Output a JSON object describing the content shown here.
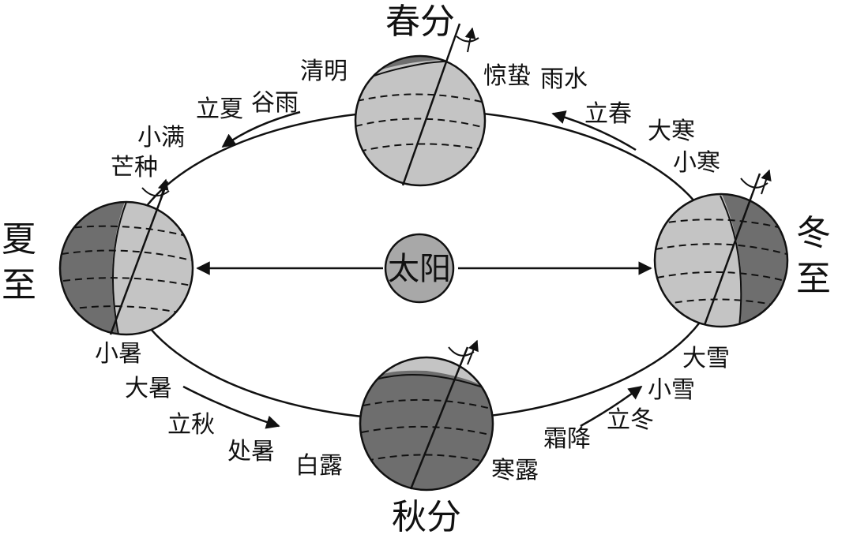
{
  "seasons": {
    "spring_equinox": "春分",
    "summer_solstice": "夏至",
    "autumn_equinox": "秋分",
    "winter_solstice": "冬至"
  },
  "sun": {
    "label": "太阳"
  },
  "solar_terms": {
    "qingming": "清明",
    "jingzhe": "惊蛰",
    "yushui": "雨水",
    "lixia": "立夏",
    "guyu": "谷雨",
    "lichun": "立春",
    "dahan": "大寒",
    "xiaoman": "小满",
    "xiaohan": "小寒",
    "mangzhong": "芒种",
    "xiaoshu": "小暑",
    "dashu": "大暑",
    "liqiu": "立秋",
    "chushu": "处暑",
    "bailu": "白露",
    "hanlu": "寒露",
    "shuangjiang": "霜降",
    "lidong": "立冬",
    "xiaoxue": "小雪",
    "daxue": "大雪"
  },
  "colors": {
    "lit": "#c4c4c4",
    "dark": "#6e6e6e",
    "sun": "#a8a8a8",
    "line": "#111111"
  },
  "icons": [
    "rotation-arrow-icon",
    "orbit-direction-arrow-icon",
    "sun-earth-axis-arrow-icon"
  ]
}
